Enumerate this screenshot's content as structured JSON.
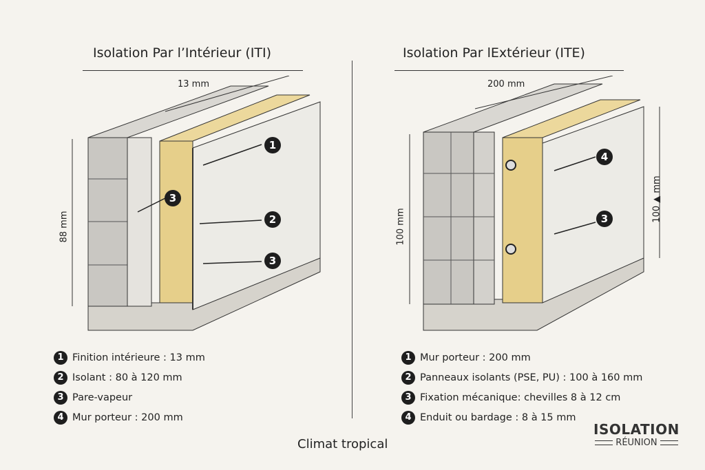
{
  "left": {
    "title": "Isolation Par l’Intérieur (ITI)",
    "dim_top": "13 mm",
    "dim_side": "88 mm",
    "callouts": [
      "1",
      "2",
      "3",
      "3"
    ],
    "legend": [
      {
        "num": "1",
        "text": "Finition intérieure : 13 mm"
      },
      {
        "num": "2",
        "text": "Isolant : 80 à 120 mm"
      },
      {
        "num": "3",
        "text": "Pare-vapeur"
      },
      {
        "num": "4",
        "text": "Mur porteur : 200 mm"
      }
    ]
  },
  "right": {
    "title": "Isolation Par lExtérieur (ITE)",
    "dim_top": "200 mm",
    "dim_side": "100 mm",
    "dim_right": "100 ▲ mm",
    "callouts": [
      "4",
      "3"
    ],
    "legend": [
      {
        "num": "1",
        "text": "Mur porteur : 200 mm"
      },
      {
        "num": "2",
        "text": "Panneaux isolants (PSE, PU) : 100 à 160 mm"
      },
      {
        "num": "3",
        "text": "Fixation mécanique: chevilles 8 à 12 cm"
      },
      {
        "num": "4",
        "text": "Enduit ou bardage : 8 à 15 mm"
      }
    ]
  },
  "footer": "Climat tropical",
  "logo": {
    "line1": "ISOLATION",
    "line2": "RÉUNION"
  },
  "colors": {
    "background": "#f5f3ee",
    "insulation": "#e6cf8a",
    "masonry": "#c9c7c2",
    "panel": "#ecebe6",
    "ink": "#1e1e1e"
  }
}
